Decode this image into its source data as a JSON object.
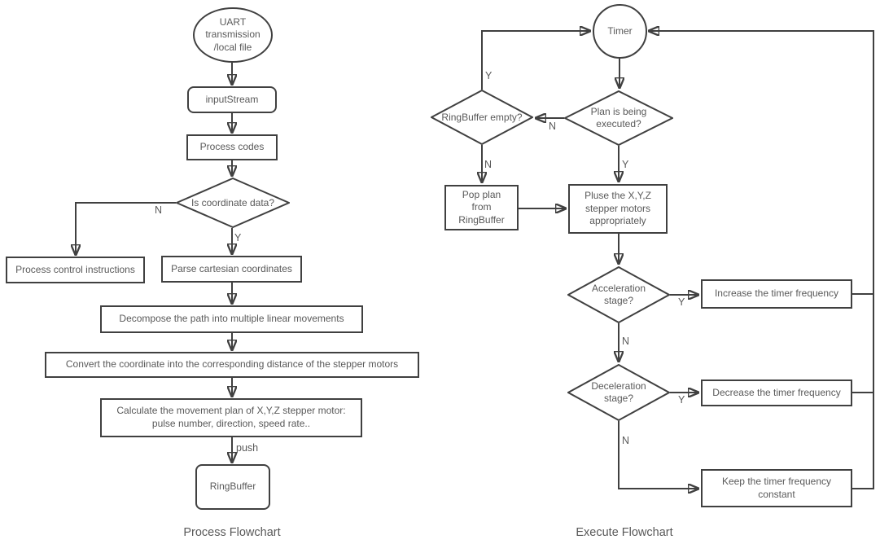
{
  "diagram": {
    "line_color": "#404040",
    "text_color": "#595959",
    "background_color": "#ffffff"
  },
  "process": {
    "caption": "Process Flowchart",
    "start": "UART\ntransmission\n/local file",
    "input_stream": "inputStream",
    "process_codes": "Process codes",
    "is_coordinate_data": "Is coordinate data?",
    "process_control_instructions": "Process control instructions",
    "parse_cartesian_coordinates": "Parse cartesian coordinates",
    "decompose_path": "Decompose the path into multiple linear movements",
    "convert_coordinate": "Convert the coordinate into the corresponding distance of the stepper motors",
    "calculate_plan": "Calculate the movement plan of X,Y,Z stepper motor:\npulse number, direction, speed rate..",
    "ring_buffer": "RingBuffer",
    "labels": {
      "no": "N",
      "yes": "Y",
      "push": "push"
    }
  },
  "execute": {
    "caption": "Execute Flowchart",
    "timer": "Timer",
    "plan_is_being_executed": "Plan is being\nexecuted?",
    "ringbuffer_empty": "RingBuffer empty?",
    "pop_plan": "Pop plan\nfrom\nRingBuffer",
    "pulse_motors": "Pluse the X,Y,Z\nstepper motors\nappropriately",
    "acceleration_stage": "Acceleration\nstage?",
    "increase_frequency": "Increase the timer frequency",
    "deceleration_stage": "Deceleration\nstage?",
    "decrease_frequency": "Decrease the timer frequency",
    "keep_frequency": "Keep the timer frequency\nconstant",
    "labels": {
      "empty_to_timer_yes": "Y",
      "plan_no": "N",
      "empty_no": "N",
      "plan_yes": "Y",
      "accel_yes": "Y",
      "accel_no": "N",
      "decel_yes": "Y",
      "decel_no": "N"
    }
  }
}
